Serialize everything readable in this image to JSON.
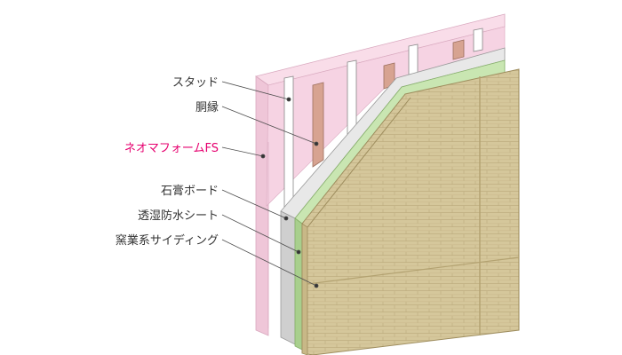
{
  "labels": {
    "stud": "スタッド",
    "furring": "胴縁",
    "insulation": "ネオマフォームFS",
    "gypsum": "石膏ボード",
    "membrane": "透湿防水シート",
    "siding": "窯業系サイディング"
  },
  "colors": {
    "insulation_pink": "#f6d3e3",
    "insulation_edge": "#ecc1d4",
    "stud_white": "#ffffff",
    "furring_brown": "#d7a391",
    "gypsum_gray": "#dcdcdc",
    "membrane_green": "#b9dca0",
    "siding_tan": "#d5c79b",
    "highlight_label": "#e6006f",
    "text": "#333333",
    "leader": "#4d4d4d"
  }
}
